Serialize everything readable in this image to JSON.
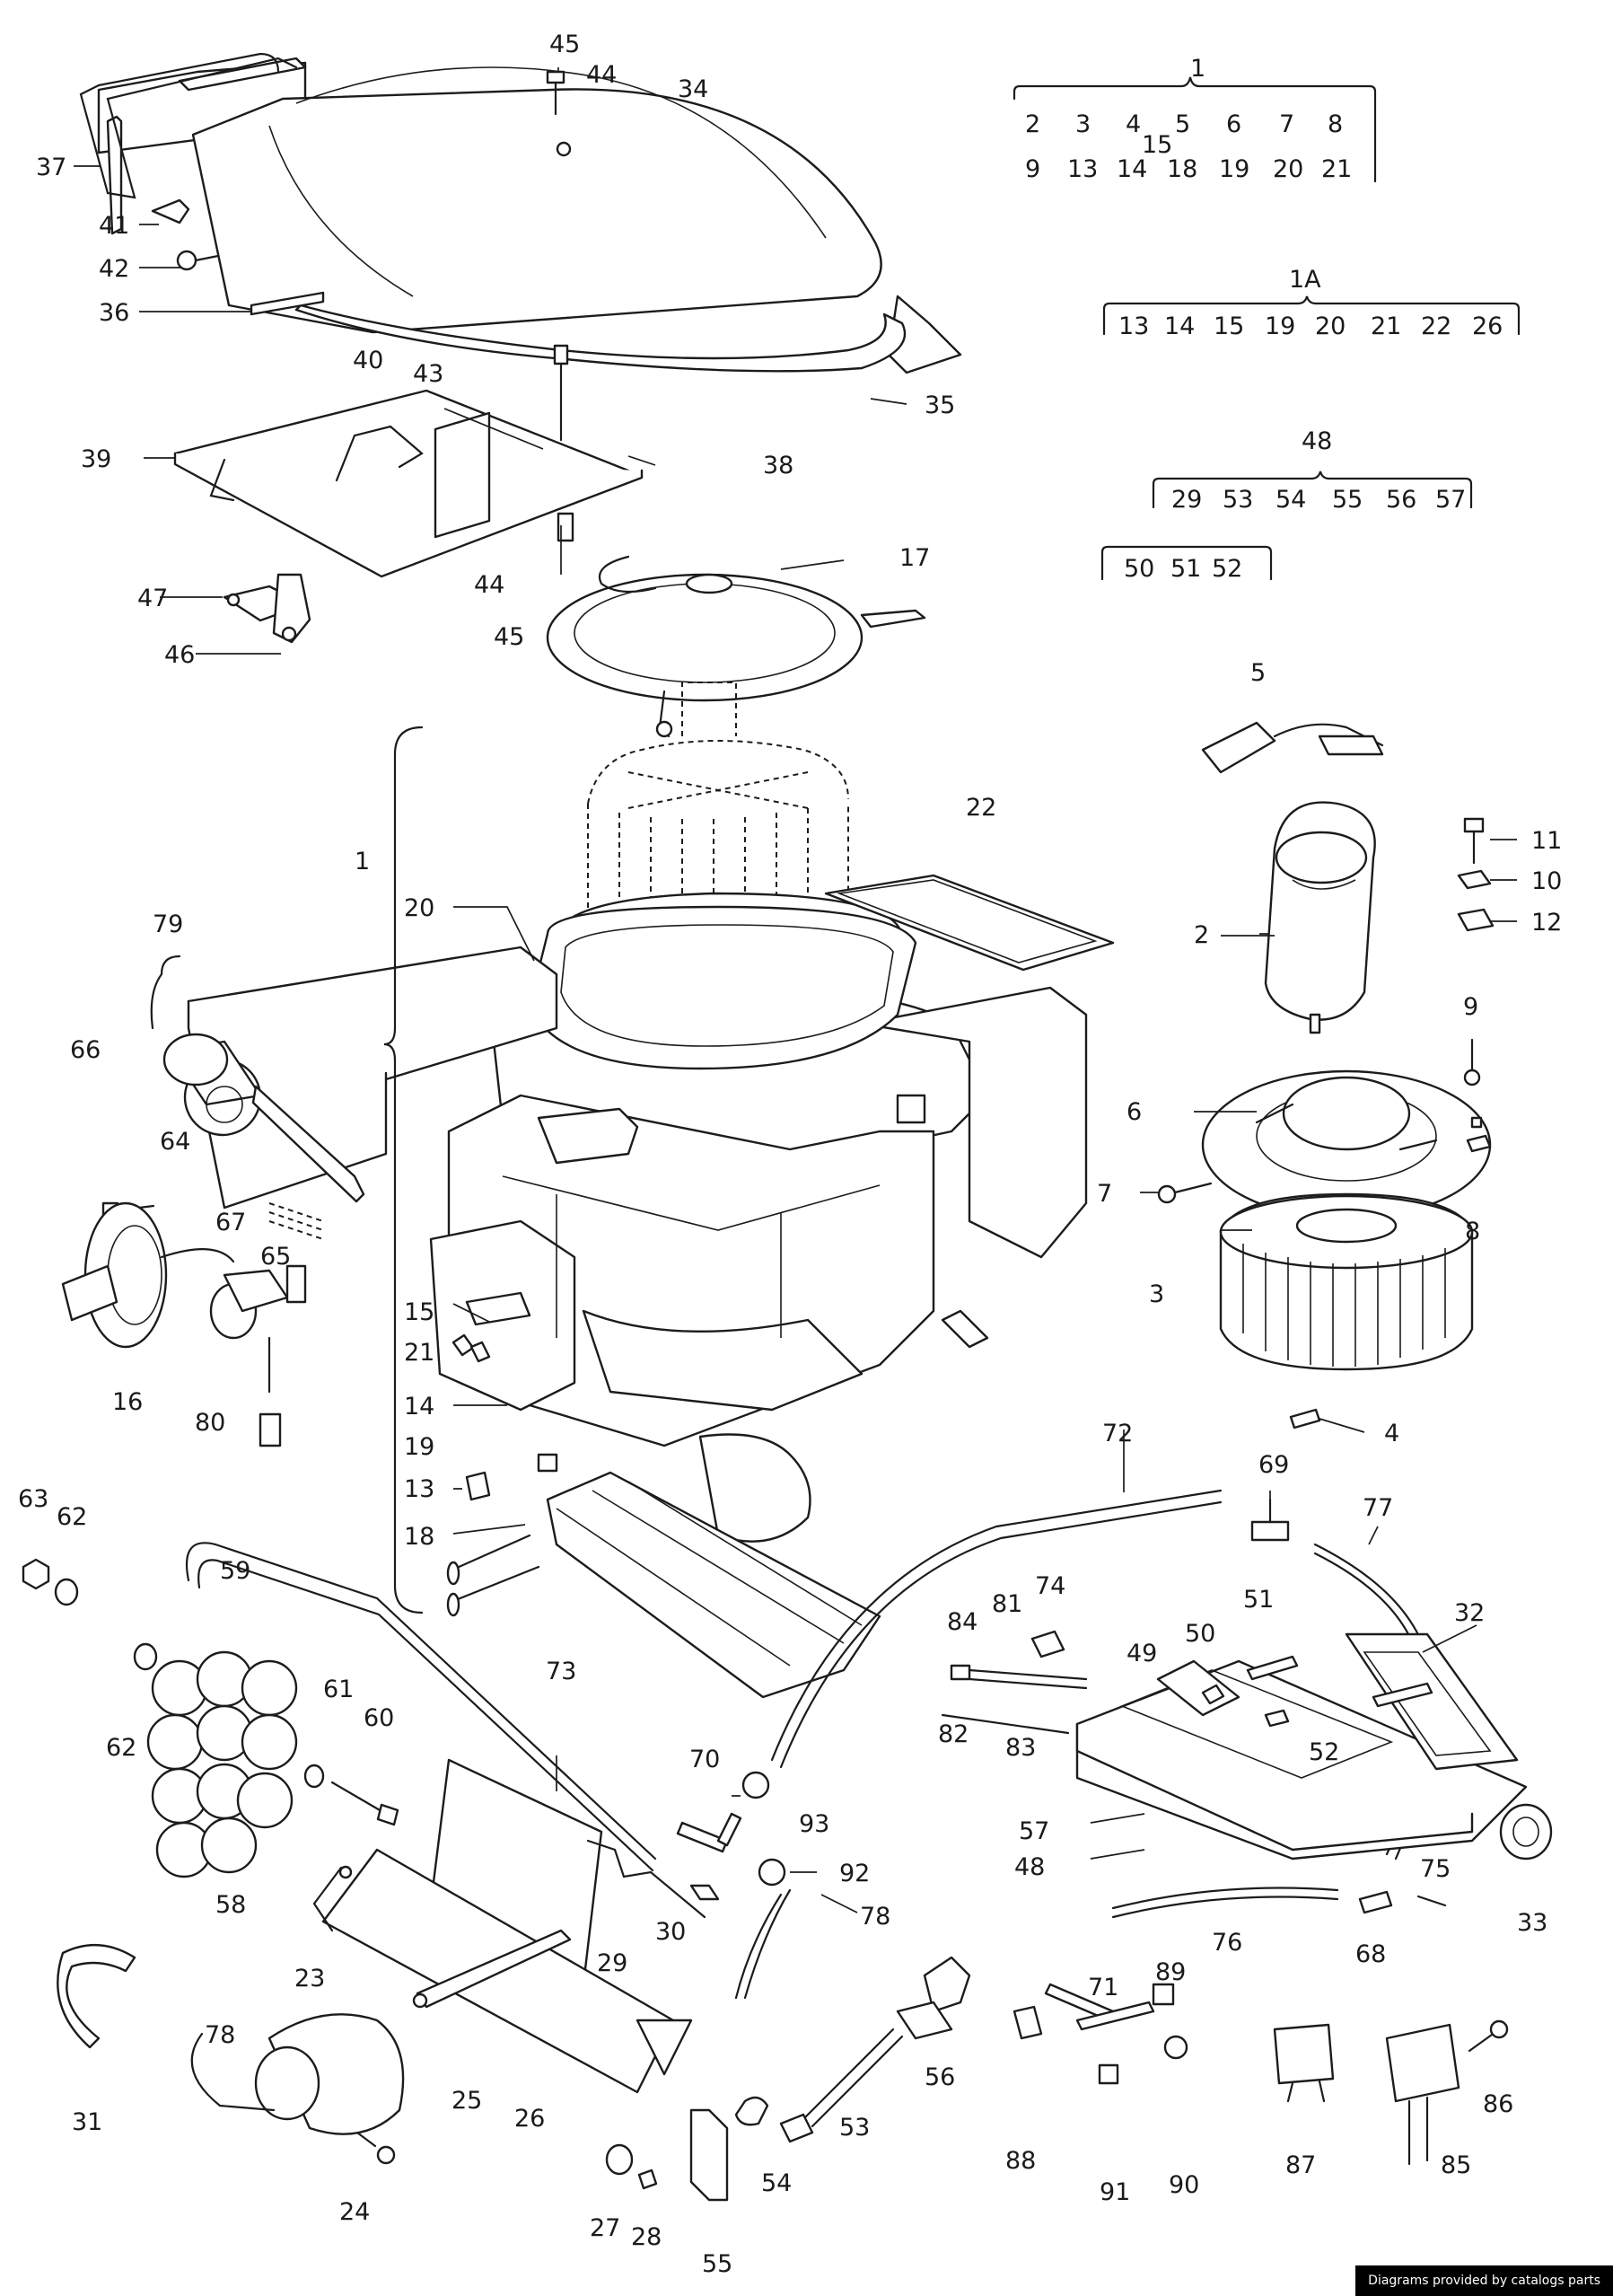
{
  "diagram": {
    "credit": "Diagrams provided by catalogs parts",
    "groups": [
      {
        "id": "1",
        "members_row1": [
          "2",
          "3",
          "4",
          "5",
          "6",
          "7",
          "8"
        ],
        "members_row2": [
          "9",
          "13",
          "14",
          "18",
          "19",
          "20",
          "21"
        ],
        "extra": "15"
      },
      {
        "id": "1A",
        "members_row1": [
          "13",
          "14",
          "15",
          "19",
          "20",
          "21",
          "22",
          "26"
        ]
      },
      {
        "id": "48",
        "members_row1": [
          "29",
          "53",
          "54",
          "55",
          "56",
          "57"
        ],
        "members_row2": [
          "50",
          "51",
          "52"
        ]
      }
    ],
    "callouts": [
      "45",
      "44",
      "34",
      "37",
      "41",
      "42",
      "36",
      "40",
      "43",
      "35",
      "39",
      "38",
      "47",
      "46",
      "44",
      "45",
      "17",
      "5",
      "22",
      "11",
      "10",
      "12",
      "2",
      "20",
      "1",
      "79",
      "66",
      "64",
      "67",
      "65",
      "16",
      "80",
      "9",
      "6",
      "7",
      "8",
      "3",
      "4",
      "15",
      "21",
      "14",
      "19",
      "13",
      "18",
      "72",
      "69",
      "77",
      "74",
      "81",
      "84",
      "51",
      "32",
      "50",
      "49",
      "82",
      "83",
      "52",
      "63",
      "62",
      "59",
      "62",
      "61",
      "60",
      "73",
      "70",
      "93",
      "57",
      "48",
      "58",
      "92",
      "30",
      "29",
      "75",
      "78",
      "33",
      "76",
      "68",
      "71",
      "89",
      "23",
      "31",
      "78",
      "25",
      "26",
      "53",
      "56",
      "24",
      "88",
      "90",
      "91",
      "87",
      "85",
      "86",
      "54",
      "27",
      "28",
      "55"
    ]
  },
  "colors": {
    "ink": "#1c1c1c",
    "background": "#ffffff",
    "credit_bg": "#000000"
  }
}
